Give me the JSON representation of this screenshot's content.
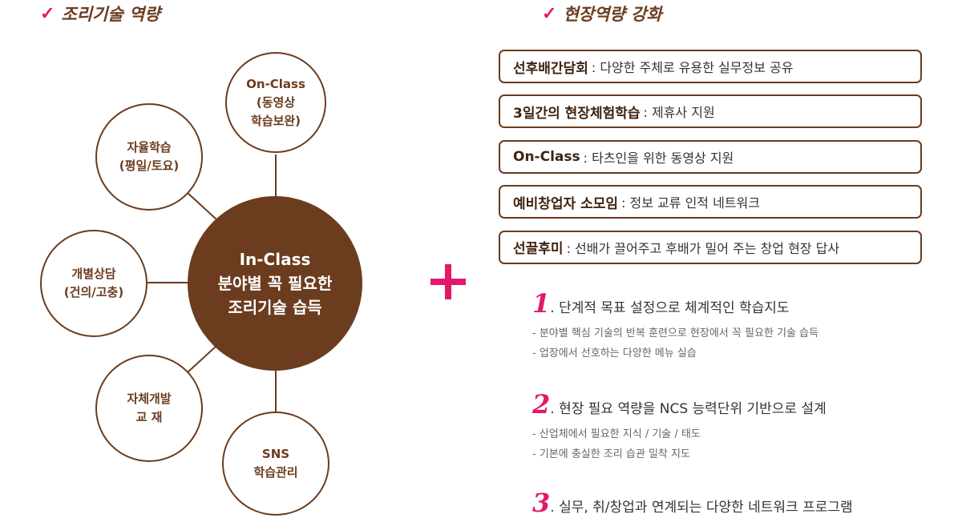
{
  "left_heading": {
    "check": "✓",
    "text": "조리기술 역량"
  },
  "right_heading": {
    "check": "✓",
    "text": "현장역량 강화"
  },
  "center": {
    "line1": "In-Class",
    "line2": "분야별 꼭 필요한",
    "line3": "조리기술 습득"
  },
  "nodes": {
    "on_class": {
      "line1": "On-Class",
      "line2": "(동영상",
      "line3": "학습보완)"
    },
    "self_study": {
      "line1": "자율학습",
      "line2": "(평일/토요)"
    },
    "counsel": {
      "line1": "개별상담",
      "line2": "(건의/고충)"
    },
    "materials": {
      "line1": "자체개발",
      "line2": "교 재"
    },
    "sns": {
      "line1": "SNS",
      "line2": "학습관리"
    }
  },
  "boxes": [
    {
      "bold": "선후배간담회",
      "desc": ": 다양한 주체로 유용한 실무정보 공유"
    },
    {
      "bold": "3일간의 현장체험학습",
      "desc": ": 제휴사 지원"
    },
    {
      "bold": "On-Class",
      "desc": ": 타츠인을 위한 동영상 지원"
    },
    {
      "bold": "예비창업자 소모임",
      "desc": ": 정보 교류 인적 네트워크"
    },
    {
      "bold": "선끌후미",
      "desc": ": 선배가 끌어주고 후배가 밀어 주는 창업 현장 답사"
    }
  ],
  "items": [
    {
      "num": "1",
      "title": ". 단계적 목표 설정으로 체계적인 학습지도",
      "subs": [
        "- 분야별 핵심 기술의 반복 훈련으로 현장에서 꼭 필요한 기술 습득",
        "- 업장에서 선호하는 다양한 메뉴 실습"
      ]
    },
    {
      "num": "2",
      "title": ". 현장 필요 역량을 NCS 능력단위 기반으로 설계",
      "subs": [
        "- 산업체에서 필요한 지식 / 기술 / 태도",
        "- 기본에 충실한 조리 습관 밀착 지도"
      ]
    },
    {
      "num": "3",
      "title": ". 실무, 취/창업과 연계되는 다양한 네트워크 프로그램"
    }
  ],
  "colors": {
    "brown": "#6b3c1e",
    "pink": "#e2196b"
  }
}
